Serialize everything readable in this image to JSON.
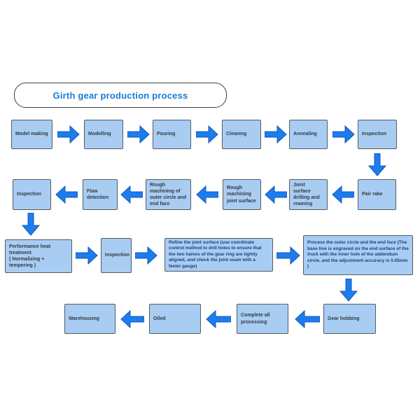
{
  "title": "Girth gear production process",
  "colors": {
    "box_fill": "#a9cdf2",
    "box_border": "#545b63",
    "arrow_fill": "#1d7cee",
    "arrow_stroke": "#0f5ab8",
    "title_text": "#177bd6",
    "node_text": "#333a44",
    "detail_text": "#1c3e7d"
  },
  "nodes": {
    "model_making": "Model making",
    "modelling": "Modelling",
    "pouring": "Pouring",
    "cleaning": "Cleaning",
    "annealing": "Annealing",
    "inspection_1": "Inspection",
    "pair_rake": "Pair rake",
    "joint_surface_drilling": "Joint surface drilling and reaming",
    "rough_machining_joint": "Rough machining joint surface",
    "rough_machining_outer": "Rough machining of outer circle and end face",
    "flaw_detection": "Flaw detection",
    "inspection_2": "Inspection",
    "performance_line1": "Performance heat treatment",
    "performance_line2": "( Normalizing + tempering )",
    "inspection_3": "Inspection",
    "refine_joint": "Refine the joint surface (use coordinate control method to drill holes to ensure that the two halves of the gear ring are tightly aligned, and check the joint seam with a feeler gauge)",
    "process_outer": "Process the outer circle and the end face (The base line is engraved on the end surface of the truck with the inner hole of the addendum circle, and the adjustment accuracy is 0.05mm )",
    "gear_hobbing": "Gear hobbing",
    "complete_all": "Complete all processing",
    "oiled": "Oiled",
    "warehousing": "Warehousing"
  }
}
